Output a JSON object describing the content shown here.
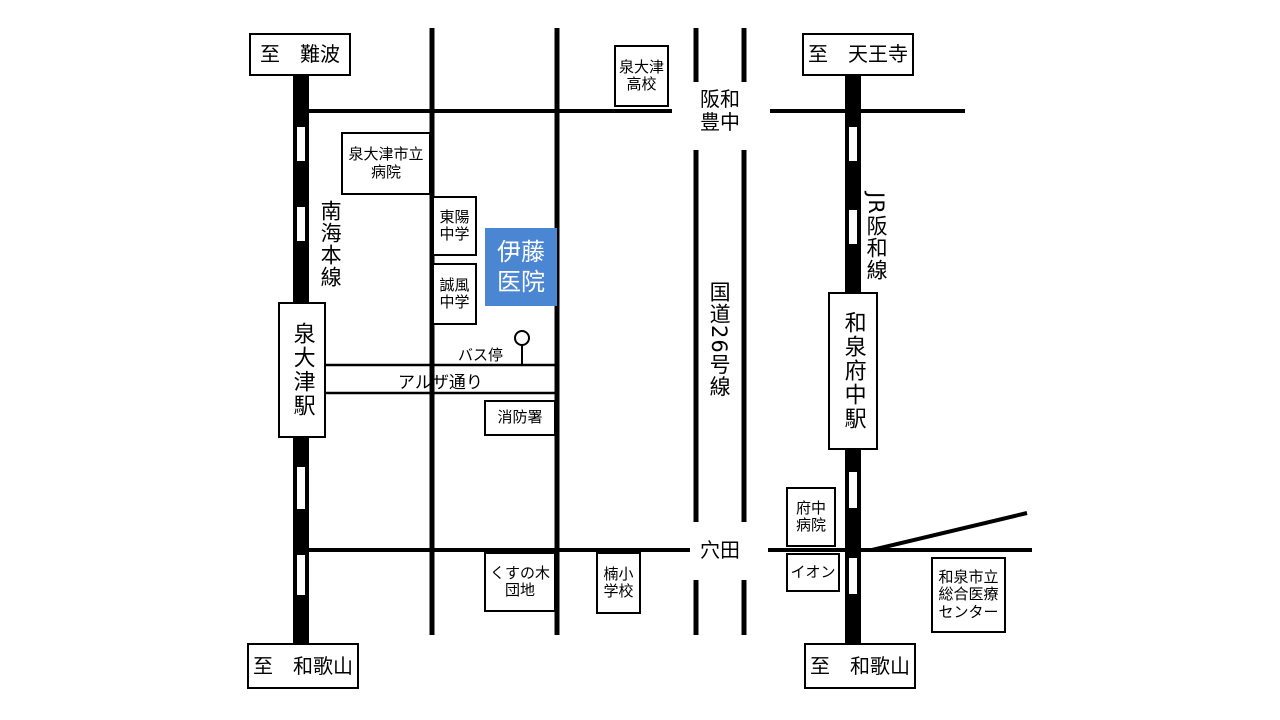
{
  "colors": {
    "clinic_bg": "#4a86d1",
    "clinic_text": "#ffffff",
    "line": "#000000"
  },
  "destinations": {
    "namba": "至　難波",
    "tennoji": "至　天王寺",
    "wakayama_left": "至　和歌山",
    "wakayama_right": "至　和歌山"
  },
  "railways": {
    "nankai": "南海本線",
    "jr_hanwa": "JR阪和線"
  },
  "stations": {
    "izumiotsu": "泉大津駅",
    "izumifuchu": "和泉府中駅"
  },
  "roads": {
    "route26": "国道26号線",
    "hanwa_toyonaka": "阪和\n豊中",
    "anada": "穴田",
    "aruza": "アルザ通り"
  },
  "clinic": {
    "name": "伊藤\n医院"
  },
  "bus_stop": {
    "label": "バス停"
  },
  "landmarks": {
    "city_hospital": "泉大津市立\n病院",
    "toyo_jhs": "東陽\n中学",
    "seifu_jhs": "誠風\n中学",
    "fire_station": "消防署",
    "kusunoki": "くすの木\n団地",
    "kusunoki_school": "楠小\n学校",
    "izumiotsu_hs": "泉大津\n高校",
    "fuchu_hospital": "府中\n病院",
    "aeon": "イオン",
    "izumi_medical": "和泉市立\n総合医療\nセンター"
  }
}
